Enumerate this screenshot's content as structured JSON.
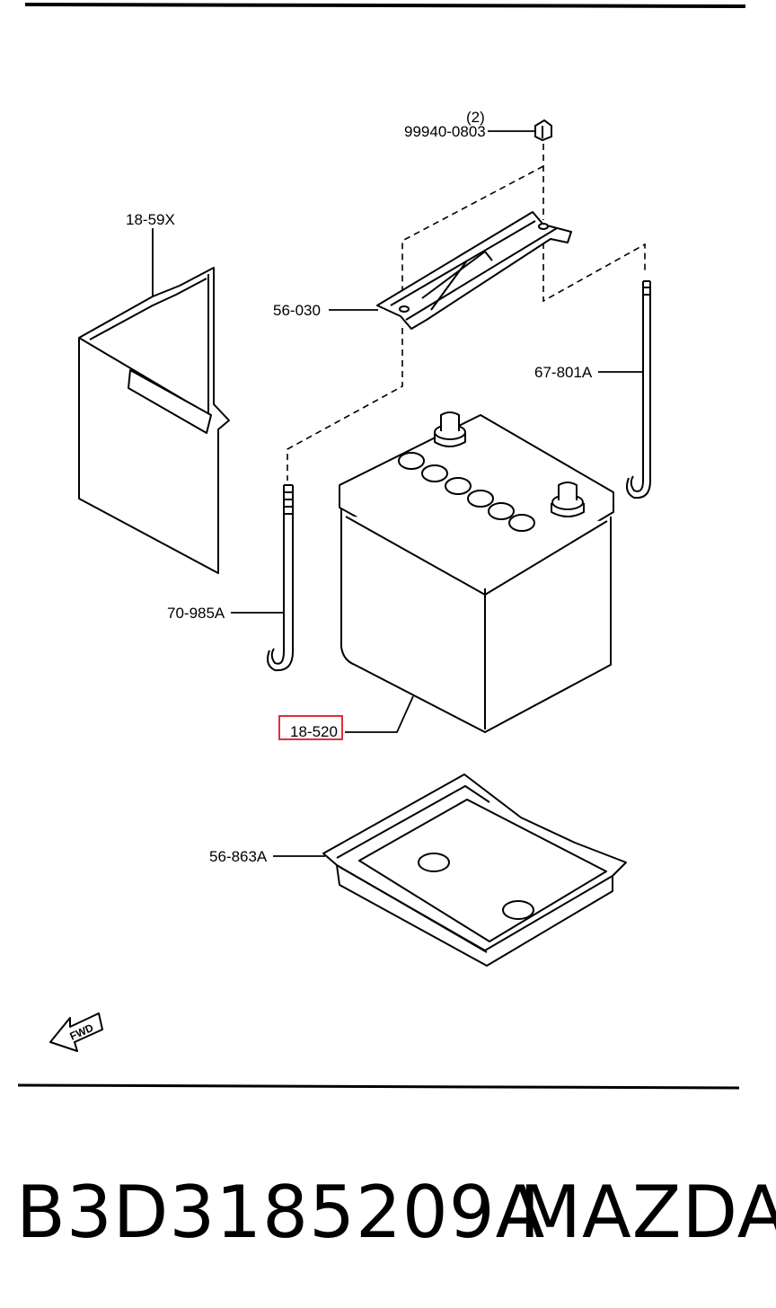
{
  "labels": {
    "nut_qty": "(2)",
    "nut": "99940-0803",
    "cover": "18-59X",
    "clamp": "56-030",
    "rod_right": "67-801A",
    "rod_left": "70-985A",
    "battery": "18-520",
    "tray": "56-863A",
    "fwd": "FWD"
  },
  "footer": {
    "part_number": "B3D3185209A",
    "brand": "MAZDA"
  },
  "colors": {
    "line": "#000000",
    "highlight": "#e0303a",
    "background": "#ffffff"
  }
}
